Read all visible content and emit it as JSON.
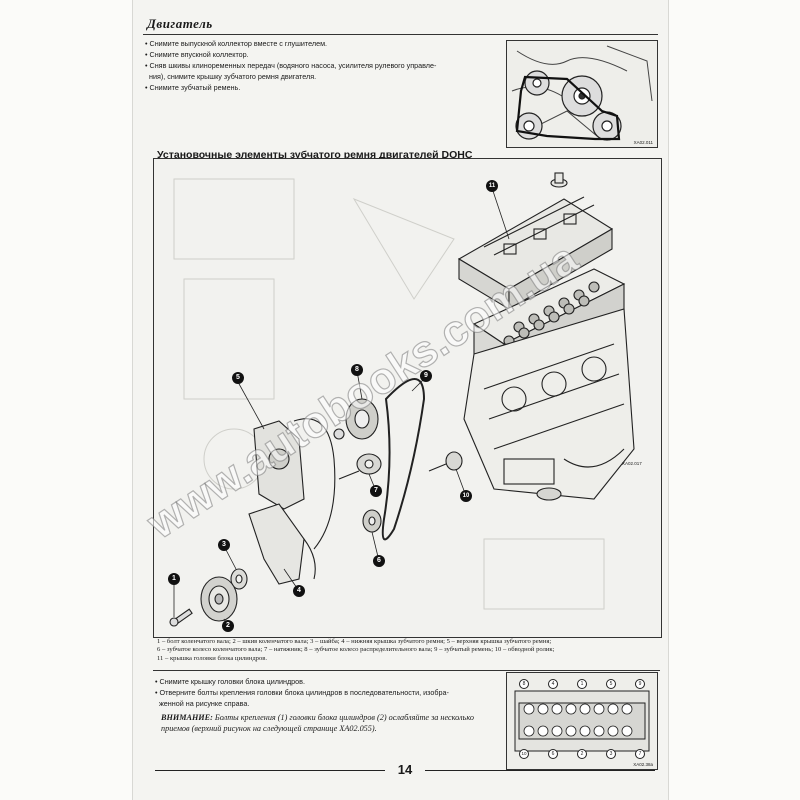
{
  "header": {
    "title": "Двигатель"
  },
  "top_bullets": [
    "• Снимите выпускной коллектор вместе с глушителем.",
    "• Снимите впускной коллектор.",
    "• Сняв шкивы клиноременных передач (водяного насоса, усилителя рулевого управле-",
    "ния), снимите крышку зубчатого ремня двигателя.",
    "• Снимите зубчатый ремень."
  ],
  "figure_top": {
    "code": "XA02.011"
  },
  "section": {
    "title": "Установочные элементы зубчатого ремня двигателей DOHC"
  },
  "diagram": {
    "code": "XA02.017",
    "callouts": [
      "1",
      "2",
      "3",
      "4",
      "5",
      "6",
      "7",
      "8",
      "9",
      "10",
      "11"
    ]
  },
  "legend": [
    "1 – болт коленчатого вала; 2 – шкив коленчатого вала; 3 – шайба; 4 – нижняя крышка зубчатого ремня; 5 – верхняя крышка зубчатого ремня;",
    "6 – зубчатое колесо коленчатого вала; 7 – натяжник; 8 – зубчатое колесо распределительного вала; 9 – зубчатый ремень; 10 – обводной ролик;",
    "11 – крышка головки блока цилиндров."
  ],
  "bottom_bullets": [
    "• Снимите крышку головки блока цилиндров.",
    "• Отверните болты крепления головки блока цилиндров в последовательности, изобра-",
    "женной на рисунке справа."
  ],
  "warning": {
    "label": "ВНИМАНИЕ:",
    "text": " Болты крепления (1) головки блока цилиндров (2) ос­лабляйте за несколько приемов (верхний рисунок на следующей стра­нице XA02.055)."
  },
  "figure_bottom": {
    "code": "XA02.38a",
    "top_numbers": [
      "8",
      "4",
      "1",
      "5",
      "9"
    ],
    "bottom_numbers": [
      "10",
      "6",
      "2",
      "3",
      "7"
    ]
  },
  "footer": {
    "page_number": "14"
  },
  "watermark": {
    "text": "www.autobooks.com.ua"
  }
}
